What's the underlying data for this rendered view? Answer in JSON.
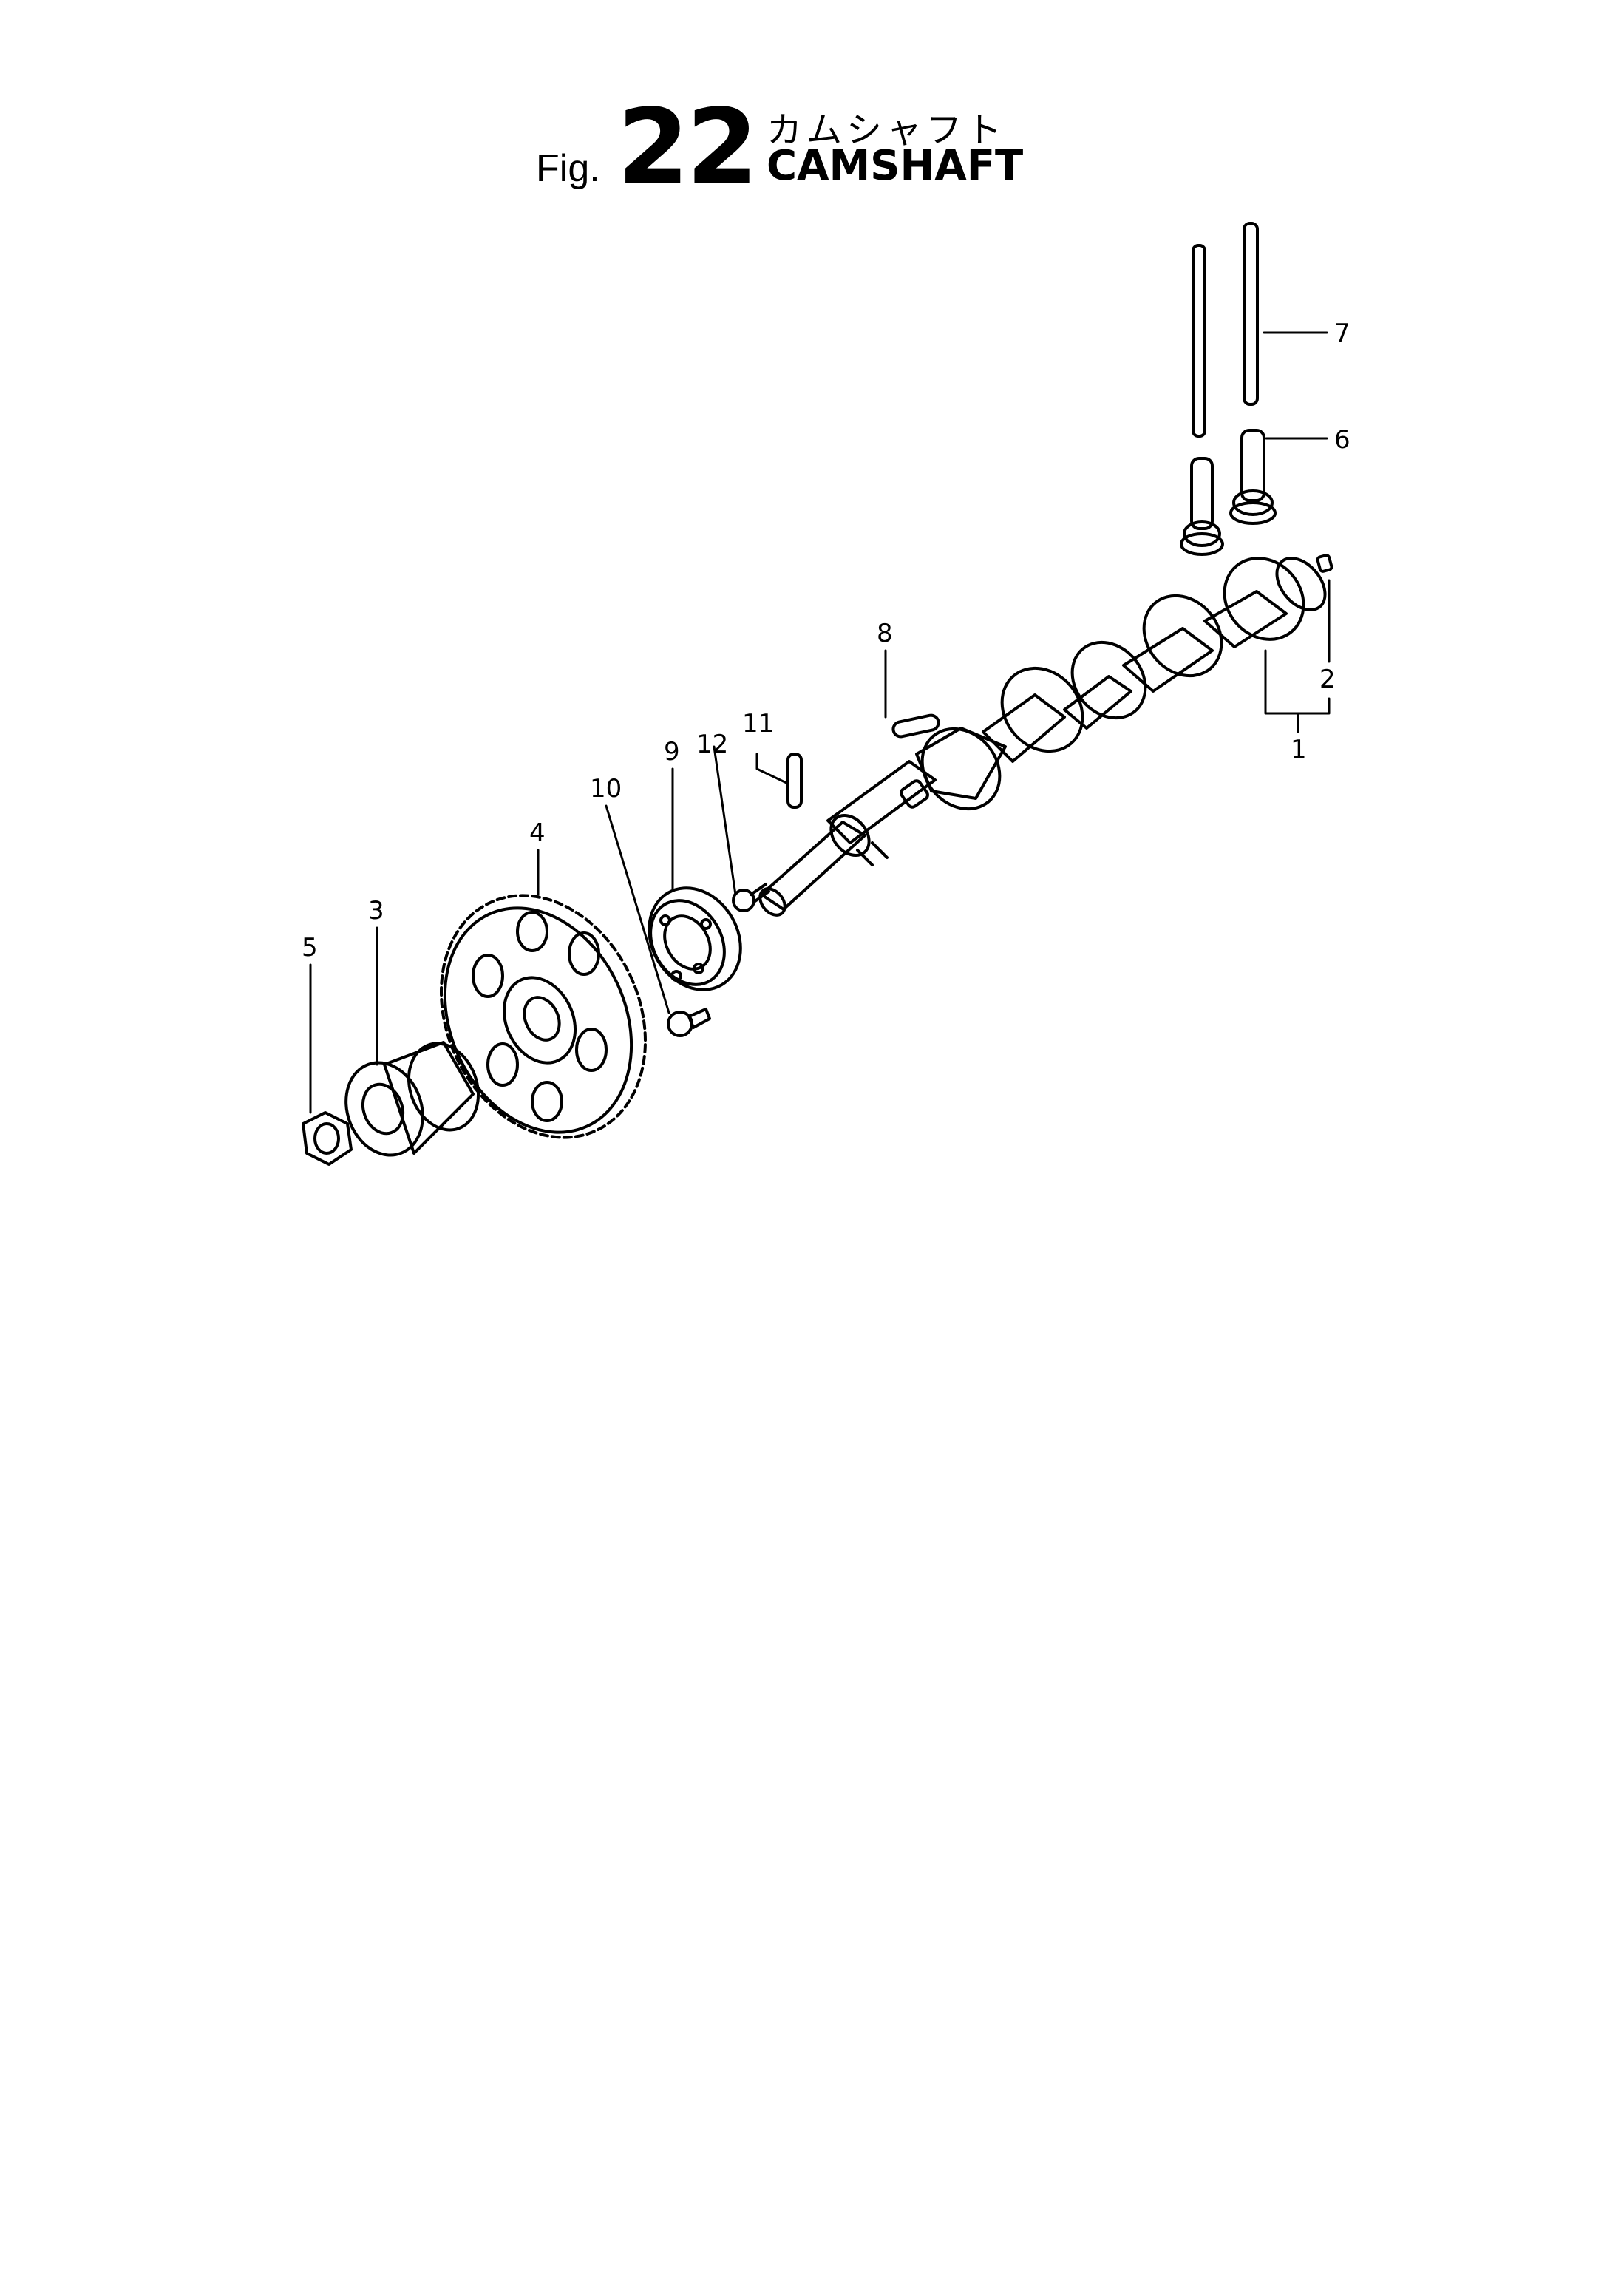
{
  "figure": {
    "fig_label": "Fig.",
    "number": "22",
    "title_jp": "カムシャフト",
    "title_en": "CAMSHAFT"
  },
  "callouts": [
    {
      "id": "1",
      "label": "1"
    },
    {
      "id": "2",
      "label": "2"
    },
    {
      "id": "3",
      "label": "3"
    },
    {
      "id": "4",
      "label": "4"
    },
    {
      "id": "5",
      "label": "5"
    },
    {
      "id": "6",
      "label": "6"
    },
    {
      "id": "7",
      "label": "7"
    },
    {
      "id": "8",
      "label": "8"
    },
    {
      "id": "9",
      "label": "9"
    },
    {
      "id": "10",
      "label": "10"
    },
    {
      "id": "11",
      "label": "11"
    },
    {
      "id": "12",
      "label": "12"
    }
  ],
  "colors": {
    "ink": "#000000",
    "paper": "#ffffff"
  }
}
